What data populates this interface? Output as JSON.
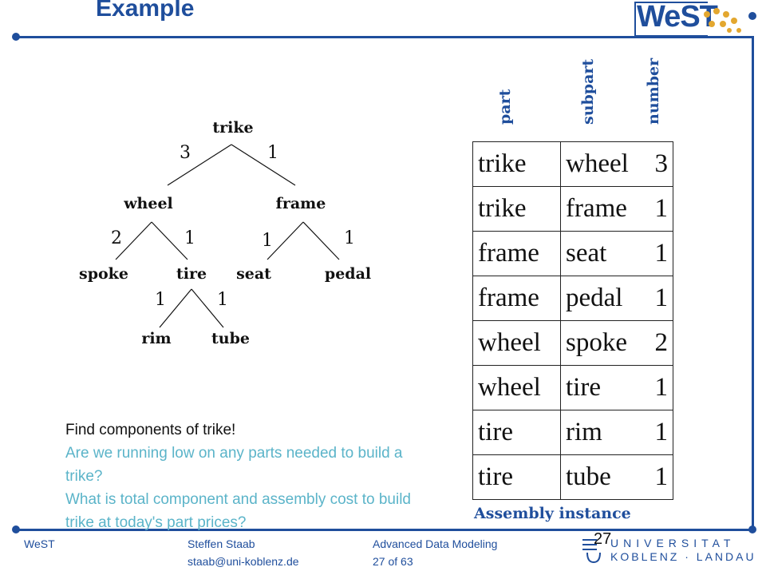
{
  "title": "Example",
  "logo": {
    "text": "WeST"
  },
  "tree": {
    "nodes": [
      {
        "id": "trike",
        "label": "trike"
      },
      {
        "id": "wheel",
        "label": "wheel"
      },
      {
        "id": "frame",
        "label": "frame"
      },
      {
        "id": "spoke",
        "label": "spoke"
      },
      {
        "id": "tire",
        "label": "tire"
      },
      {
        "id": "seat",
        "label": "seat"
      },
      {
        "id": "pedal",
        "label": "pedal"
      },
      {
        "id": "rim",
        "label": "rim"
      },
      {
        "id": "tube",
        "label": "tube"
      }
    ],
    "edges": [
      {
        "from": "trike",
        "to": "wheel",
        "weight": "3"
      },
      {
        "from": "trike",
        "to": "frame",
        "weight": "1"
      },
      {
        "from": "wheel",
        "to": "spoke",
        "weight": "2"
      },
      {
        "from": "wheel",
        "to": "tire",
        "weight": "1"
      },
      {
        "from": "frame",
        "to": "seat",
        "weight": "1"
      },
      {
        "from": "frame",
        "to": "pedal",
        "weight": "1"
      },
      {
        "from": "tire",
        "to": "rim",
        "weight": "1"
      },
      {
        "from": "tire",
        "to": "tube",
        "weight": "1"
      }
    ]
  },
  "table": {
    "headers": [
      "part",
      "subpart",
      "number"
    ],
    "rows": [
      [
        "trike",
        "wheel",
        "3"
      ],
      [
        "trike",
        "frame",
        "1"
      ],
      [
        "frame",
        "seat",
        "1"
      ],
      [
        "frame",
        "pedal",
        "1"
      ],
      [
        "wheel",
        "spoke",
        "2"
      ],
      [
        "wheel",
        "tire",
        "1"
      ],
      [
        "tire",
        "rim",
        "1"
      ],
      [
        "tire",
        "tube",
        "1"
      ]
    ],
    "caption": "Assembly instance"
  },
  "questions": {
    "q1": "Find components of trike!",
    "q2": "Are we running low on any parts needed to build a trike?",
    "q3": "What is total component and assembly cost to build trike at today's part prices?"
  },
  "footer": {
    "left": "WeST",
    "author": "Steffen Staab",
    "email": "staab@uni-koblenz.de",
    "course": "Advanced Data Modeling",
    "page": "27 of 63",
    "page_number": "27",
    "university_line1": "UNIVERSITAT",
    "university_line2": "KOBLENZ · LANDAU"
  },
  "colors": {
    "accent": "#1f4e9c",
    "question_light": "#5bb4c9"
  }
}
